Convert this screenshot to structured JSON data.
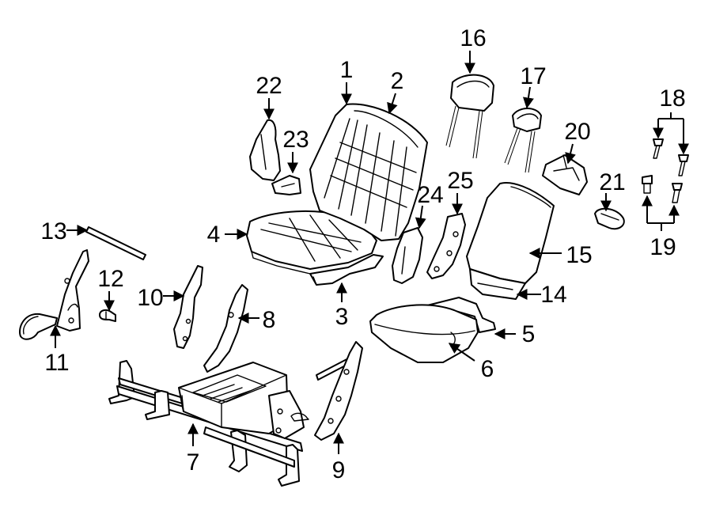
{
  "callouts": [
    "1",
    "2",
    "3",
    "4",
    "5",
    "6",
    "7",
    "8",
    "9",
    "10",
    "11",
    "12",
    "13",
    "14",
    "15",
    "16",
    "17",
    "18",
    "19",
    "20",
    "21",
    "22",
    "23",
    "24",
    "25"
  ],
  "colors": {
    "line": "#000000",
    "background": "#ffffff"
  }
}
